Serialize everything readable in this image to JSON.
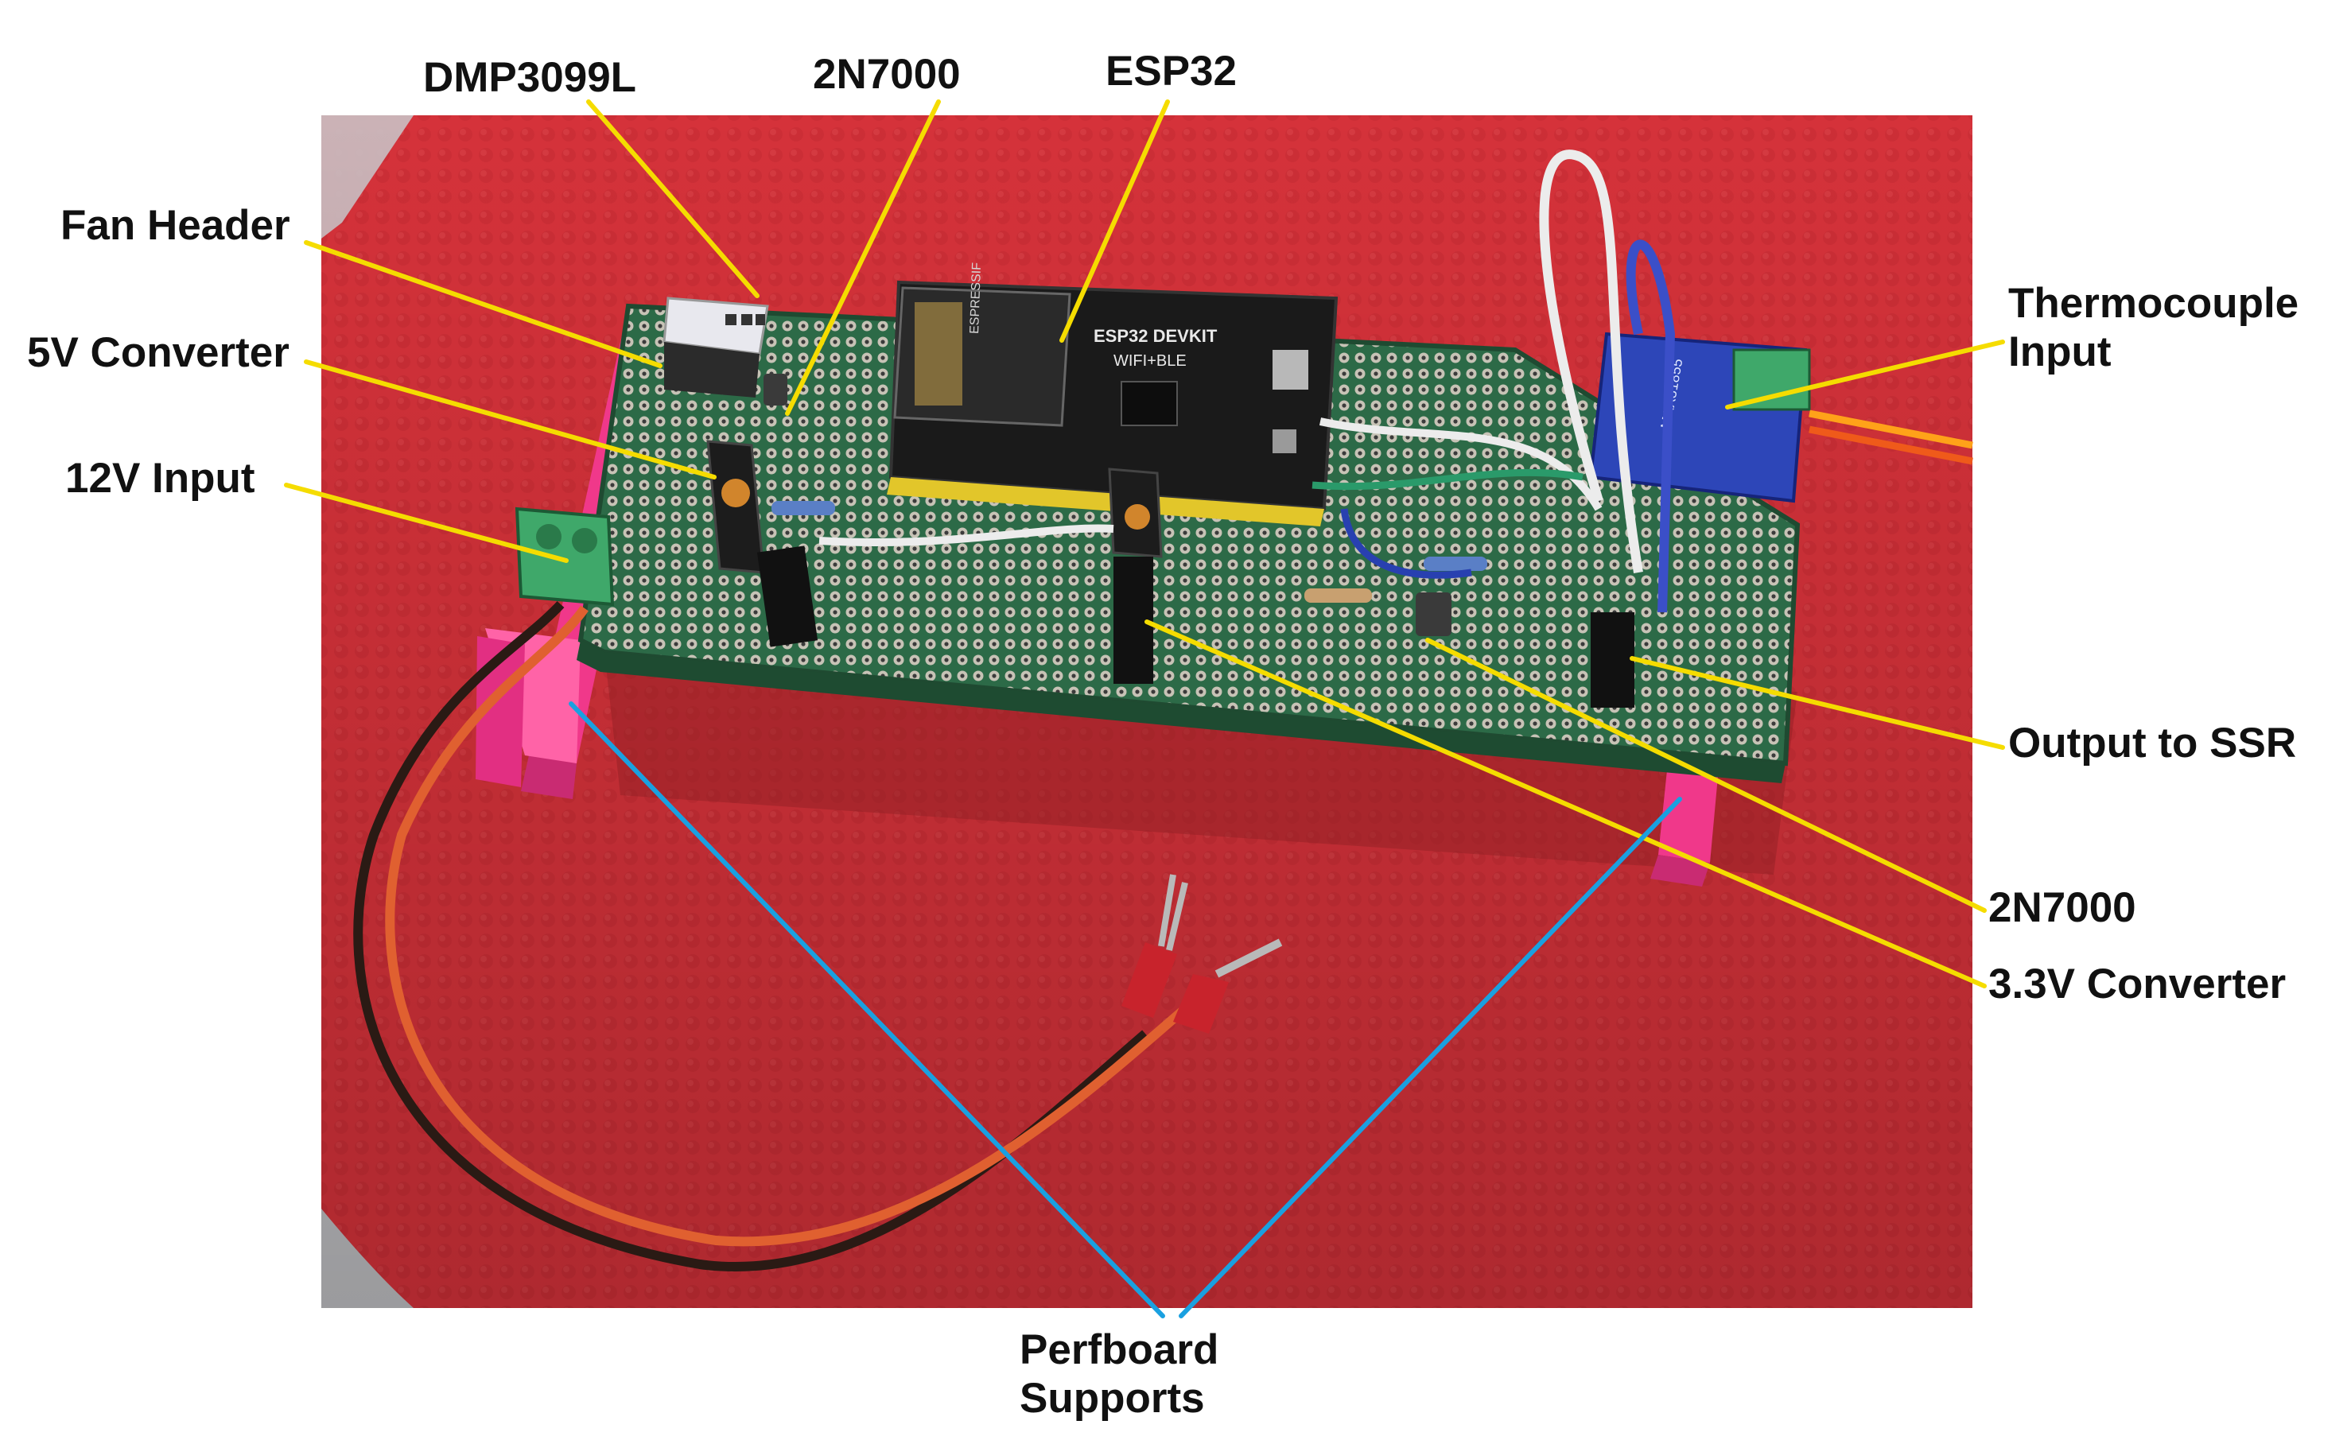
{
  "labels": {
    "dmp3099l": "DMP3099L",
    "n7000_top": "2N7000",
    "esp32": "ESP32",
    "fan_header": "Fan Header",
    "v5_converter": "5V Converter",
    "v12_input": "12V Input",
    "thermocouple_line1": "Thermocouple",
    "thermocouple_line2": "Input",
    "output_ssr": "Output to SSR",
    "n7000_right": "2N7000",
    "v33_converter": "3.3V Converter",
    "supports_line1": "Perfboard",
    "supports_line2": "Supports"
  },
  "board_text": {
    "esp32_silk_title": "ESP32 DEVKIT",
    "esp32_silk_sub": "WIFI+BLE",
    "module_text": "ESPRESSIF",
    "thermo_chip": "MAX31855"
  },
  "colors": {
    "pointer_yellow": "#f5dc00",
    "pointer_blue": "#1aa0e0",
    "mat_red": "#d8333a",
    "perfboard_green": "#2f6e4a",
    "support_pink": "#f0388a"
  }
}
